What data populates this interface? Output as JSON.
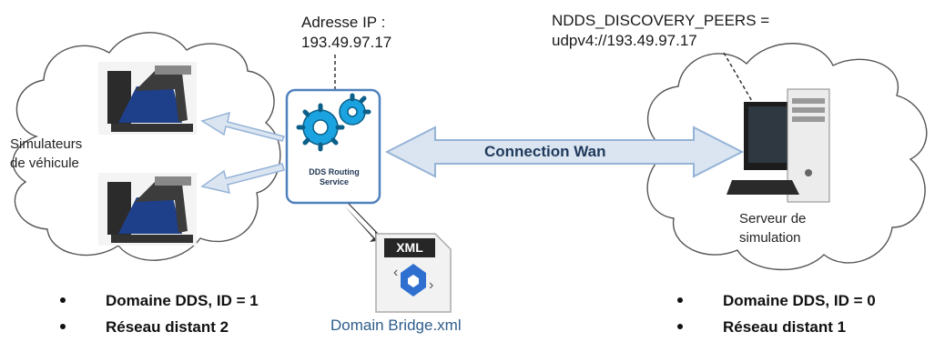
{
  "left_ip": {
    "line1": "Adresse IP :",
    "line2": "193.49.97.17"
  },
  "right_peers": {
    "line1": "NDDS_DISCOVERY_PEERS =",
    "line2": "udpv4://193.49.97.17"
  },
  "left_cloud": {
    "line1": "Simulateurs",
    "line2": "de véhicule"
  },
  "right_cloud": {
    "line1": "Serveur de",
    "line2": "simulation"
  },
  "router": {
    "line1": "DDS Routing",
    "line2": "Service"
  },
  "wan_label": "Connection Wan",
  "xml": {
    "badge": "XML",
    "filename": "Domain Bridge.xml"
  },
  "left_bullets": [
    "Domaine DDS, ID = 1",
    "Réseau distant 2"
  ],
  "right_bullets": [
    "Domaine DDS, ID = 0",
    "Réseau distant 1"
  ],
  "colors": {
    "arrow_fill": "#dbe5f1",
    "arrow_stroke": "#95b3d7",
    "router_border": "#4f81bd",
    "gear": "#1aa3e0",
    "label_blue": "#2e5d8c"
  },
  "icons": [
    "simulator-seat-image",
    "gears-icon",
    "xml-file-icon",
    "computer-icon"
  ]
}
